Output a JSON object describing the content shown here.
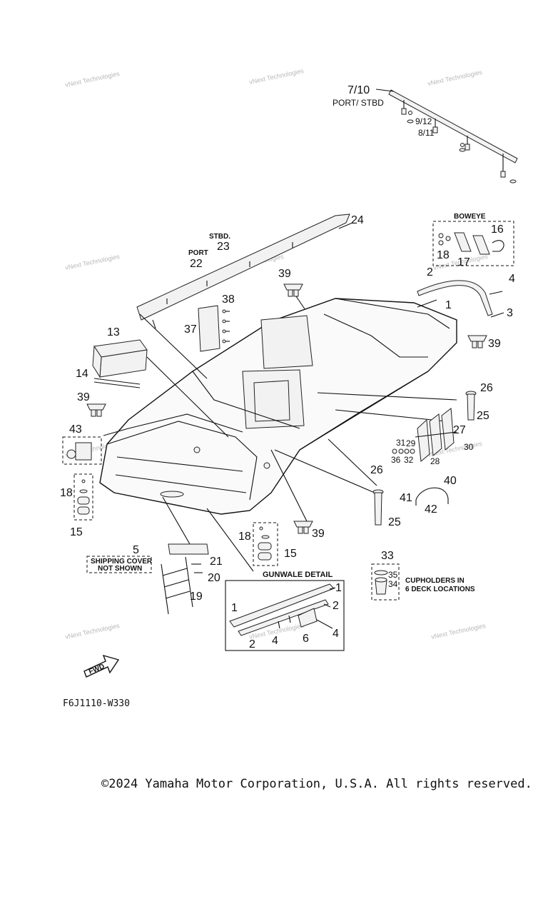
{
  "diagram": {
    "watermark": "vNext Technologies",
    "callouts": {
      "n7_10": "7/10",
      "port_stbd": "PORT/ STBD",
      "n9_12": "9/12",
      "n8_11": "8/11",
      "n24": "24",
      "stbd": "STBD.",
      "n23": "23",
      "port": "PORT",
      "n22": "22",
      "boweye": "BOWEYE",
      "n16": "16",
      "n17": "17",
      "n18a": "18",
      "n2a": "2",
      "n4a": "4",
      "n1a": "1",
      "n3": "3",
      "n39a": "39",
      "n39b": "39",
      "n39c": "39",
      "n39d": "39",
      "n38": "38",
      "n37": "37",
      "n13": "13",
      "n14": "14",
      "n26a": "26",
      "n25a": "25",
      "n27": "27",
      "n31": "31",
      "n29": "29",
      "n30": "30",
      "n36": "36",
      "n32": "32",
      "n28": "28",
      "n43": "43",
      "n18b": "18",
      "n15a": "15",
      "n26b": "26",
      "n40": "40",
      "n41": "41",
      "n42": "42",
      "n25b": "25",
      "n18c": "18",
      "n15b": "15",
      "n5": "5",
      "shipping_cover": "SHIPPING COVER",
      "not_shown": "NOT SHOWN",
      "n21": "21",
      "n20": "20",
      "n19": "19",
      "n33": "33",
      "n35": "35",
      "n34": "34",
      "cupholders_1": "CUPHOLDERS IN",
      "cupholders_2": "6 DECK LOCATIONS",
      "gunwale_detail": "GUNWALE DETAIL",
      "g1a": "1",
      "g2a": "2",
      "g1b": "1",
      "g4": "4",
      "g2b": "2",
      "g4b": "4",
      "g6": "6",
      "fwd": "FWD"
    }
  },
  "figure_code": "F6J1110-W330",
  "copyright": "©2024 Yamaha Motor Corporation, U.S.A. All rights reserved."
}
